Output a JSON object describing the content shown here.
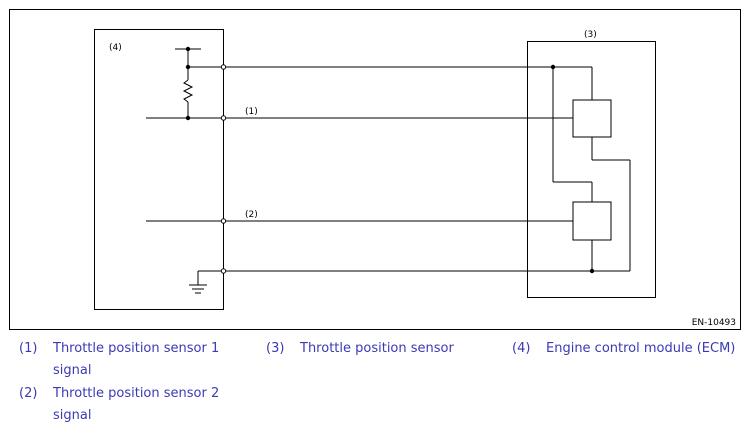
{
  "diagram": {
    "labels": {
      "callout_1": "(1)",
      "callout_2": "(2)",
      "callout_3": "(3)",
      "callout_4": "(4)"
    },
    "figure_code": "EN-10493"
  },
  "legend": [
    {
      "num": "(1)",
      "line1": "Throttle position sensor 1",
      "line2": "signal"
    },
    {
      "num": "(2)",
      "line1": "Throttle position sensor 2",
      "line2": "signal"
    },
    {
      "num": "(3)",
      "line1": "Throttle position sensor"
    },
    {
      "num": "(4)",
      "line1": "Engine control module (ECM)"
    }
  ],
  "colors": {
    "legend_text": "#3a3ab4",
    "wire": "#000000"
  }
}
